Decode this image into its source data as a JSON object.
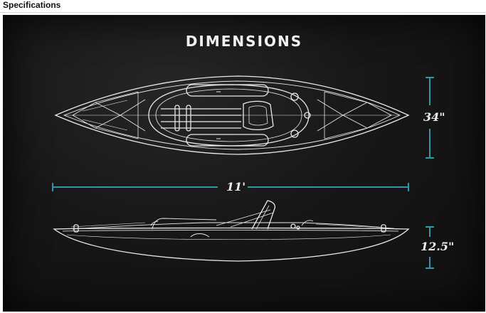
{
  "section": {
    "title": "Specifications"
  },
  "figure": {
    "title": "DIMENSIONS",
    "width_label": "34\"",
    "length_label": "11'",
    "height_label": "12.5\""
  },
  "colors": {
    "background": "#161616",
    "line_art": "#e9e9e9",
    "dimension_lines": "#2f97a8"
  }
}
